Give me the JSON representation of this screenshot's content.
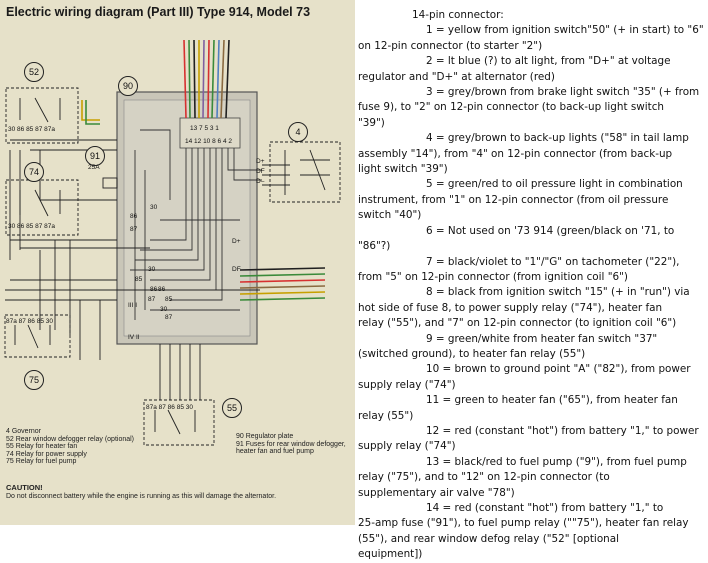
{
  "diagram": {
    "title": "Electric wiring diagram  (Part III)  Type 914,  Model 73",
    "callouts": [
      "52",
      "90",
      "4",
      "91",
      "74",
      "75",
      "55"
    ],
    "connector_pins_top": "13 7 5 3 1",
    "connector_pins_bottom": "14 12 10 8 6 4 2",
    "labels": {
      "dplus": "D+",
      "df": "DF",
      "dminus": "D–",
      "fuse_25a": "25A",
      "relay_52": "30 86 85   87  87a",
      "relay_74": "30 86 85  87 87a",
      "relay_75": "87a 87 86 85  30",
      "relay_55": "87a 87 86 85 30",
      "t30a": "30",
      "t86a": "86",
      "t87a": "87",
      "t30b": "30",
      "t85b": "85",
      "t86b": "86",
      "t87b": "87",
      "t30c": "30",
      "t85c": "85",
      "t86c": "86",
      "t87c": "87",
      "roman_3": "III I",
      "roman_4": "IV II",
      "d_plus2": "D+",
      "df2": "DF"
    },
    "legend": [
      "4   Governor",
      "52  Rear window defogger relay (optional)",
      "55  Relay for heater fan",
      "74  Relay for power supply",
      "75  Relay for fuel pump"
    ],
    "regulator_legend": [
      "90  Regulator plate",
      "91  Fuses for rear window defogger,",
      "      heater fan and fuel pump"
    ],
    "caution_title": "CAUTION!",
    "caution_text": "Do not disconnect battery while the engine is running as this will damage the alternator."
  },
  "notes": {
    "heading": "14-pin connector:",
    "items": [
      [
        "1 = yellow from ignition switch\"50\" (+ in start) to \"6\"",
        "on 12-pin connector (to starter \"2\")"
      ],
      [
        "2 = lt blue (?) to alt light, from \"D+\" at voltage",
        "regulator and \"D+\" at alternator (red)"
      ],
      [
        "3 = grey/brown from brake light switch \"35\" (+ from",
        "fuse 9), to \"2\" on 12-pin connector (to back-up light switch",
        "\"39\")"
      ],
      [
        "4 = grey/brown to back-up lights (\"58\" in tail lamp",
        "assembly \"14\"), from \"4\" on 12-pin connector (from back-up",
        "light switch \"39\")"
      ],
      [
        "5 = green/red to oil pressure light in combination",
        "instrument, from \"1\" on 12-pin connector (from oil pressure",
        "switch \"40\")"
      ],
      [
        "6 = Not used on '73 914 (green/black on '71, to",
        "\"86\"?)"
      ],
      [
        "7 = black/violet to \"1\"/\"G\" on tachometer (\"22\"),",
        "from \"5\" on 12-pin connector (from ignition coil \"6\")"
      ],
      [
        "8 = black from ignition switch \"15\" (+ in \"run\") via",
        "hot side of fuse 8, to power supply relay (\"74\"), heater fan",
        "relay (\"55\"), and \"7\" on 12-pin connector (to ignition coil \"6\")"
      ],
      [
        "9 = green/white from heater fan switch \"37\"",
        "(switched ground), to heater fan relay (55\")"
      ],
      [
        "10 = brown to ground point \"A\" (\"82\"), from power",
        "supply relay (\"74\")"
      ],
      [
        "11 = green to heater fan (\"65\"), from heater fan",
        "relay (55\")"
      ],
      [
        "12 = red (constant \"hot\") from battery \"1,\" to power",
        "supply relay (\"74\")"
      ],
      [
        "13 = black/red to fuel pump (\"9\"), from fuel pump",
        "relay (\"75\"), and to \"12\" on 12-pin connector (to",
        "supplementary air valve \"78\")"
      ],
      [
        "14 = red (constant \"hot\") from battery \"1,\" to",
        "25-amp fuse (\"91\"), to fuel pump relay (\"\"75\"), heater fan relay",
        "(55\"), and rear window defog relay (\"52\" [optional",
        "equipment])"
      ]
    ]
  }
}
